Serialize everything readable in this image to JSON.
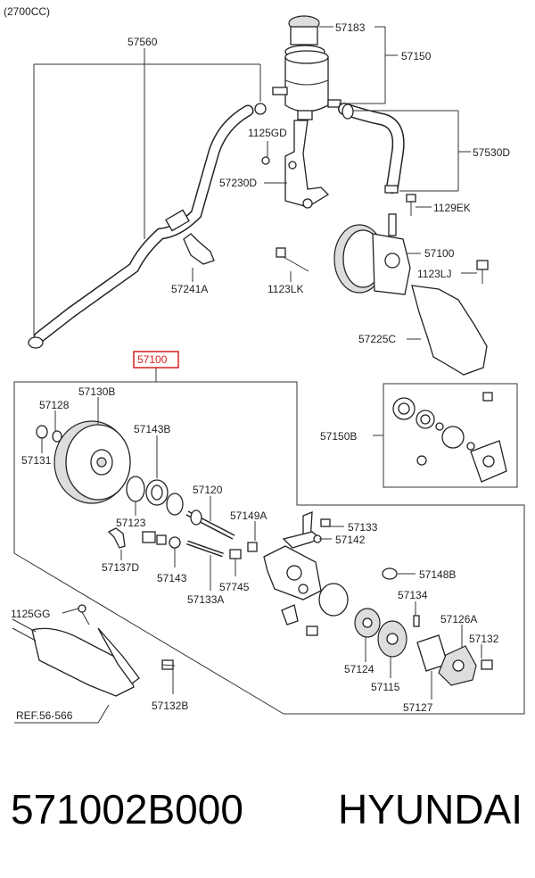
{
  "header": {
    "engine": "(2700CC)"
  },
  "callouts": {
    "c57183": "57183",
    "c57150": "57150",
    "c57560": "57560",
    "c1125GD": "1125GD",
    "c57530D": "57530D",
    "c57230D": "57230D",
    "c1129EK": "1129EK",
    "c57100top": "57100",
    "c1123LJ": "1123LJ",
    "c57241A": "57241A",
    "c1123LK": "1123LK",
    "c57225C": "57225C",
    "c57100box": "57100",
    "c57130B": "57130B",
    "c57128": "57128",
    "c57143B": "57143B",
    "c57150B": "57150B",
    "c57131": "57131",
    "c57120": "57120",
    "c57123": "57123",
    "c57149A": "57149A",
    "c57133": "57133",
    "c57142": "57142",
    "c57137D": "57137D",
    "c57143": "57143",
    "c57745": "57745",
    "c57133A": "57133A",
    "c57148B": "57148B",
    "c57134": "57134",
    "c1125GG": "1125GG",
    "c57126A": "57126A",
    "c57132": "57132",
    "c57124": "57124",
    "c57115": "57115",
    "c57132B": "57132B",
    "c57127": "57127",
    "ref": "REF.56-566"
  },
  "footer": {
    "part_number": "571002B000",
    "brand": "HYUNDAI"
  },
  "colors": {
    "highlight": "#d62020",
    "line": "#333333"
  }
}
